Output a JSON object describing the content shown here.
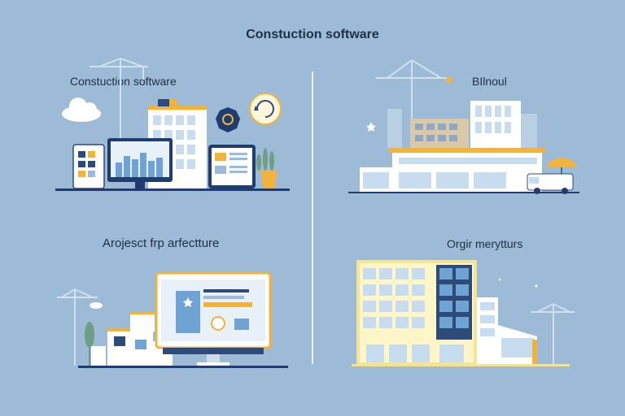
{
  "title": "Constuction software",
  "panels": [
    {
      "heading": "Constuction software",
      "illustration": "construction-office-with-computers"
    },
    {
      "heading": "BIlnoul",
      "illustration": "building-with-crane-and-van"
    },
    {
      "heading": "Arojesct frp arfectture",
      "illustration": "desktop-monitor-with-houses"
    },
    {
      "heading": "Orgir merytturs",
      "illustration": "glass-office-building"
    }
  ],
  "colors": {
    "background": "#9dbad6",
    "text": "#1e2f47",
    "navy": "#2c4a7a",
    "accent": "#f2b33d",
    "light": "#ffffff",
    "ground": "#1f3d6e"
  },
  "icons": [
    "cloud-icon",
    "crane-icon",
    "gear-icon",
    "refresh-icon",
    "plant-icon",
    "umbrella-icon",
    "star-icon"
  ]
}
